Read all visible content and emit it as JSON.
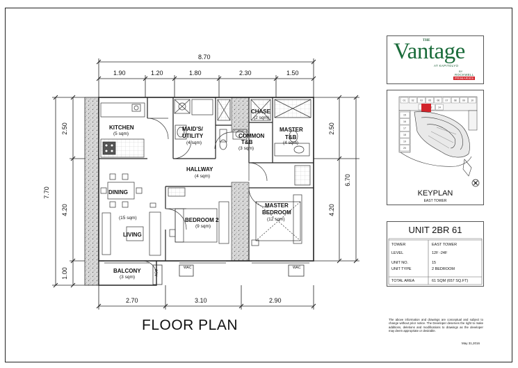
{
  "plan": {
    "title": "FLOOR PLAN",
    "dims": {
      "top_total": "8.70",
      "top_segments": [
        "1.90",
        "1.20",
        "1.80",
        "2.30",
        "1.50"
      ],
      "bottom_segments": [
        "2.70",
        "3.10",
        "2.90"
      ],
      "left_total": "7.70",
      "left_segments": [
        "2.50",
        "4.20",
        "1.00"
      ],
      "right_total": "6.70",
      "right_segments": [
        "2.50",
        "4.20"
      ]
    },
    "rooms": {
      "kitchen": {
        "label": "KITCHEN",
        "area": "(5 sqm)"
      },
      "maids": {
        "label_1": "MAID'S/",
        "label_2": "UTILITY",
        "area": "(4 sqm)"
      },
      "chase": {
        "label": "CHASE",
        "area": "(2 sqm)"
      },
      "common_tb": {
        "label_1": "COMMON",
        "label_2": "T&B",
        "area": "(3 sqm)"
      },
      "master_tb": {
        "label_1": "MASTER",
        "label_2": "T&B",
        "area": "(4 sqm)"
      },
      "hallway": {
        "label": "HALLWAY",
        "area": "(4 sqm)"
      },
      "dining": {
        "label": "DINING"
      },
      "living": {
        "label": "LIVING",
        "area": "(15 sqm)"
      },
      "bedroom2": {
        "label": "BEDROOM 2",
        "area": "(9 sqm)"
      },
      "master_bedroom": {
        "label_1": "MASTER",
        "label_2": "BEDROOM",
        "area": "(12 sqm)"
      },
      "balcony": {
        "label": "BALCONY",
        "area": "(3 sqm)"
      }
    },
    "tags": {
      "acu": "ACU",
      "wac1": "WAC",
      "wac2": "WAC"
    }
  },
  "logo": {
    "the": "THE",
    "name": "Vantage",
    "at": "AT KAPITOLYO",
    "by": "BY",
    "brand": "ROCKWELL",
    "primaries": "PRIMARIES"
  },
  "keyplan": {
    "title": "KEYPLAN",
    "subtitle": "EAST TOWER",
    "units": [
      "01",
      "02",
      "03",
      "05",
      "06",
      "07",
      "08",
      "09",
      "10",
      "11",
      "12",
      "14",
      "15",
      "16",
      "17",
      "18",
      "19",
      "20"
    ],
    "highlight_color": "#d2232a"
  },
  "unit": {
    "title": "UNIT 2BR 61",
    "rows": [
      {
        "label": "TOWER",
        "value": "EAST TOWER"
      },
      {
        "label": "LEVEL",
        "value": "12F -24F"
      },
      {
        "label": "UNIT NO.",
        "value": "15"
      },
      {
        "label": "UNIT TYPE",
        "value": "2 BEDROOM"
      },
      {
        "label": "TOTAL AREA",
        "value": "61 SQM (657 SQ.FT)"
      }
    ]
  },
  "disclaimer": "The above information and drawings are conceptual and subject to change without prior notice. The Developer deserves the right to make additions, deletions and modifications to drawings as the developer may deem appropriate or desirable.",
  "date": "May 31,2016"
}
